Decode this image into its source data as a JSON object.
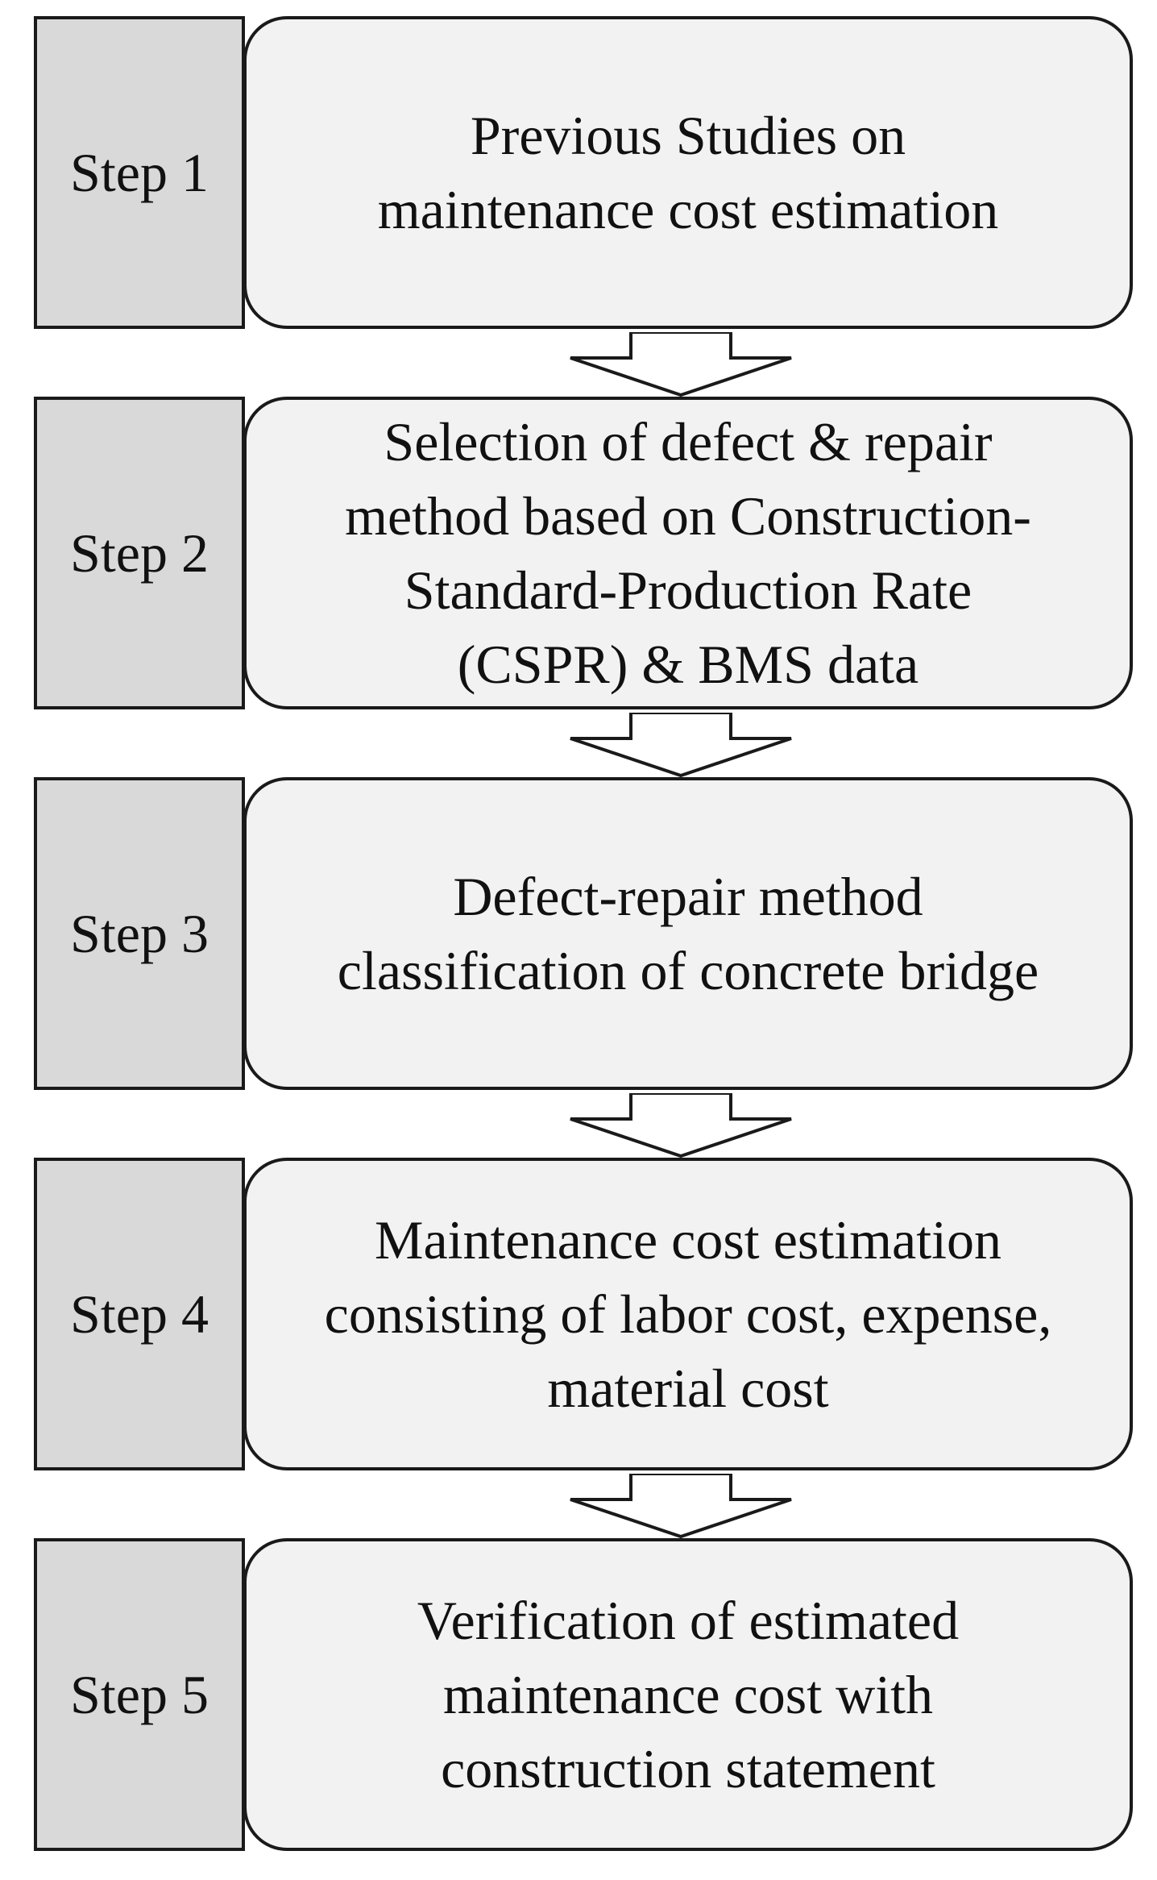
{
  "steps": [
    {
      "label": "Step 1",
      "text": "Previous Studies on\nmaintenance cost estimation"
    },
    {
      "label": "Step 2",
      "text": "Selection of defect & repair\nmethod based on Construction-\nStandard-Production Rate\n(CSPR) & BMS data"
    },
    {
      "label": "Step 3",
      "text": "Defect-repair method\nclassification of concrete bridge"
    },
    {
      "label": "Step 4",
      "text": "Maintenance cost estimation\nconsisting of labor cost, expense,\nmaterial cost"
    },
    {
      "label": "Step 5",
      "text": "Verification of estimated\nmaintenance cost with\nconstruction statement"
    }
  ]
}
